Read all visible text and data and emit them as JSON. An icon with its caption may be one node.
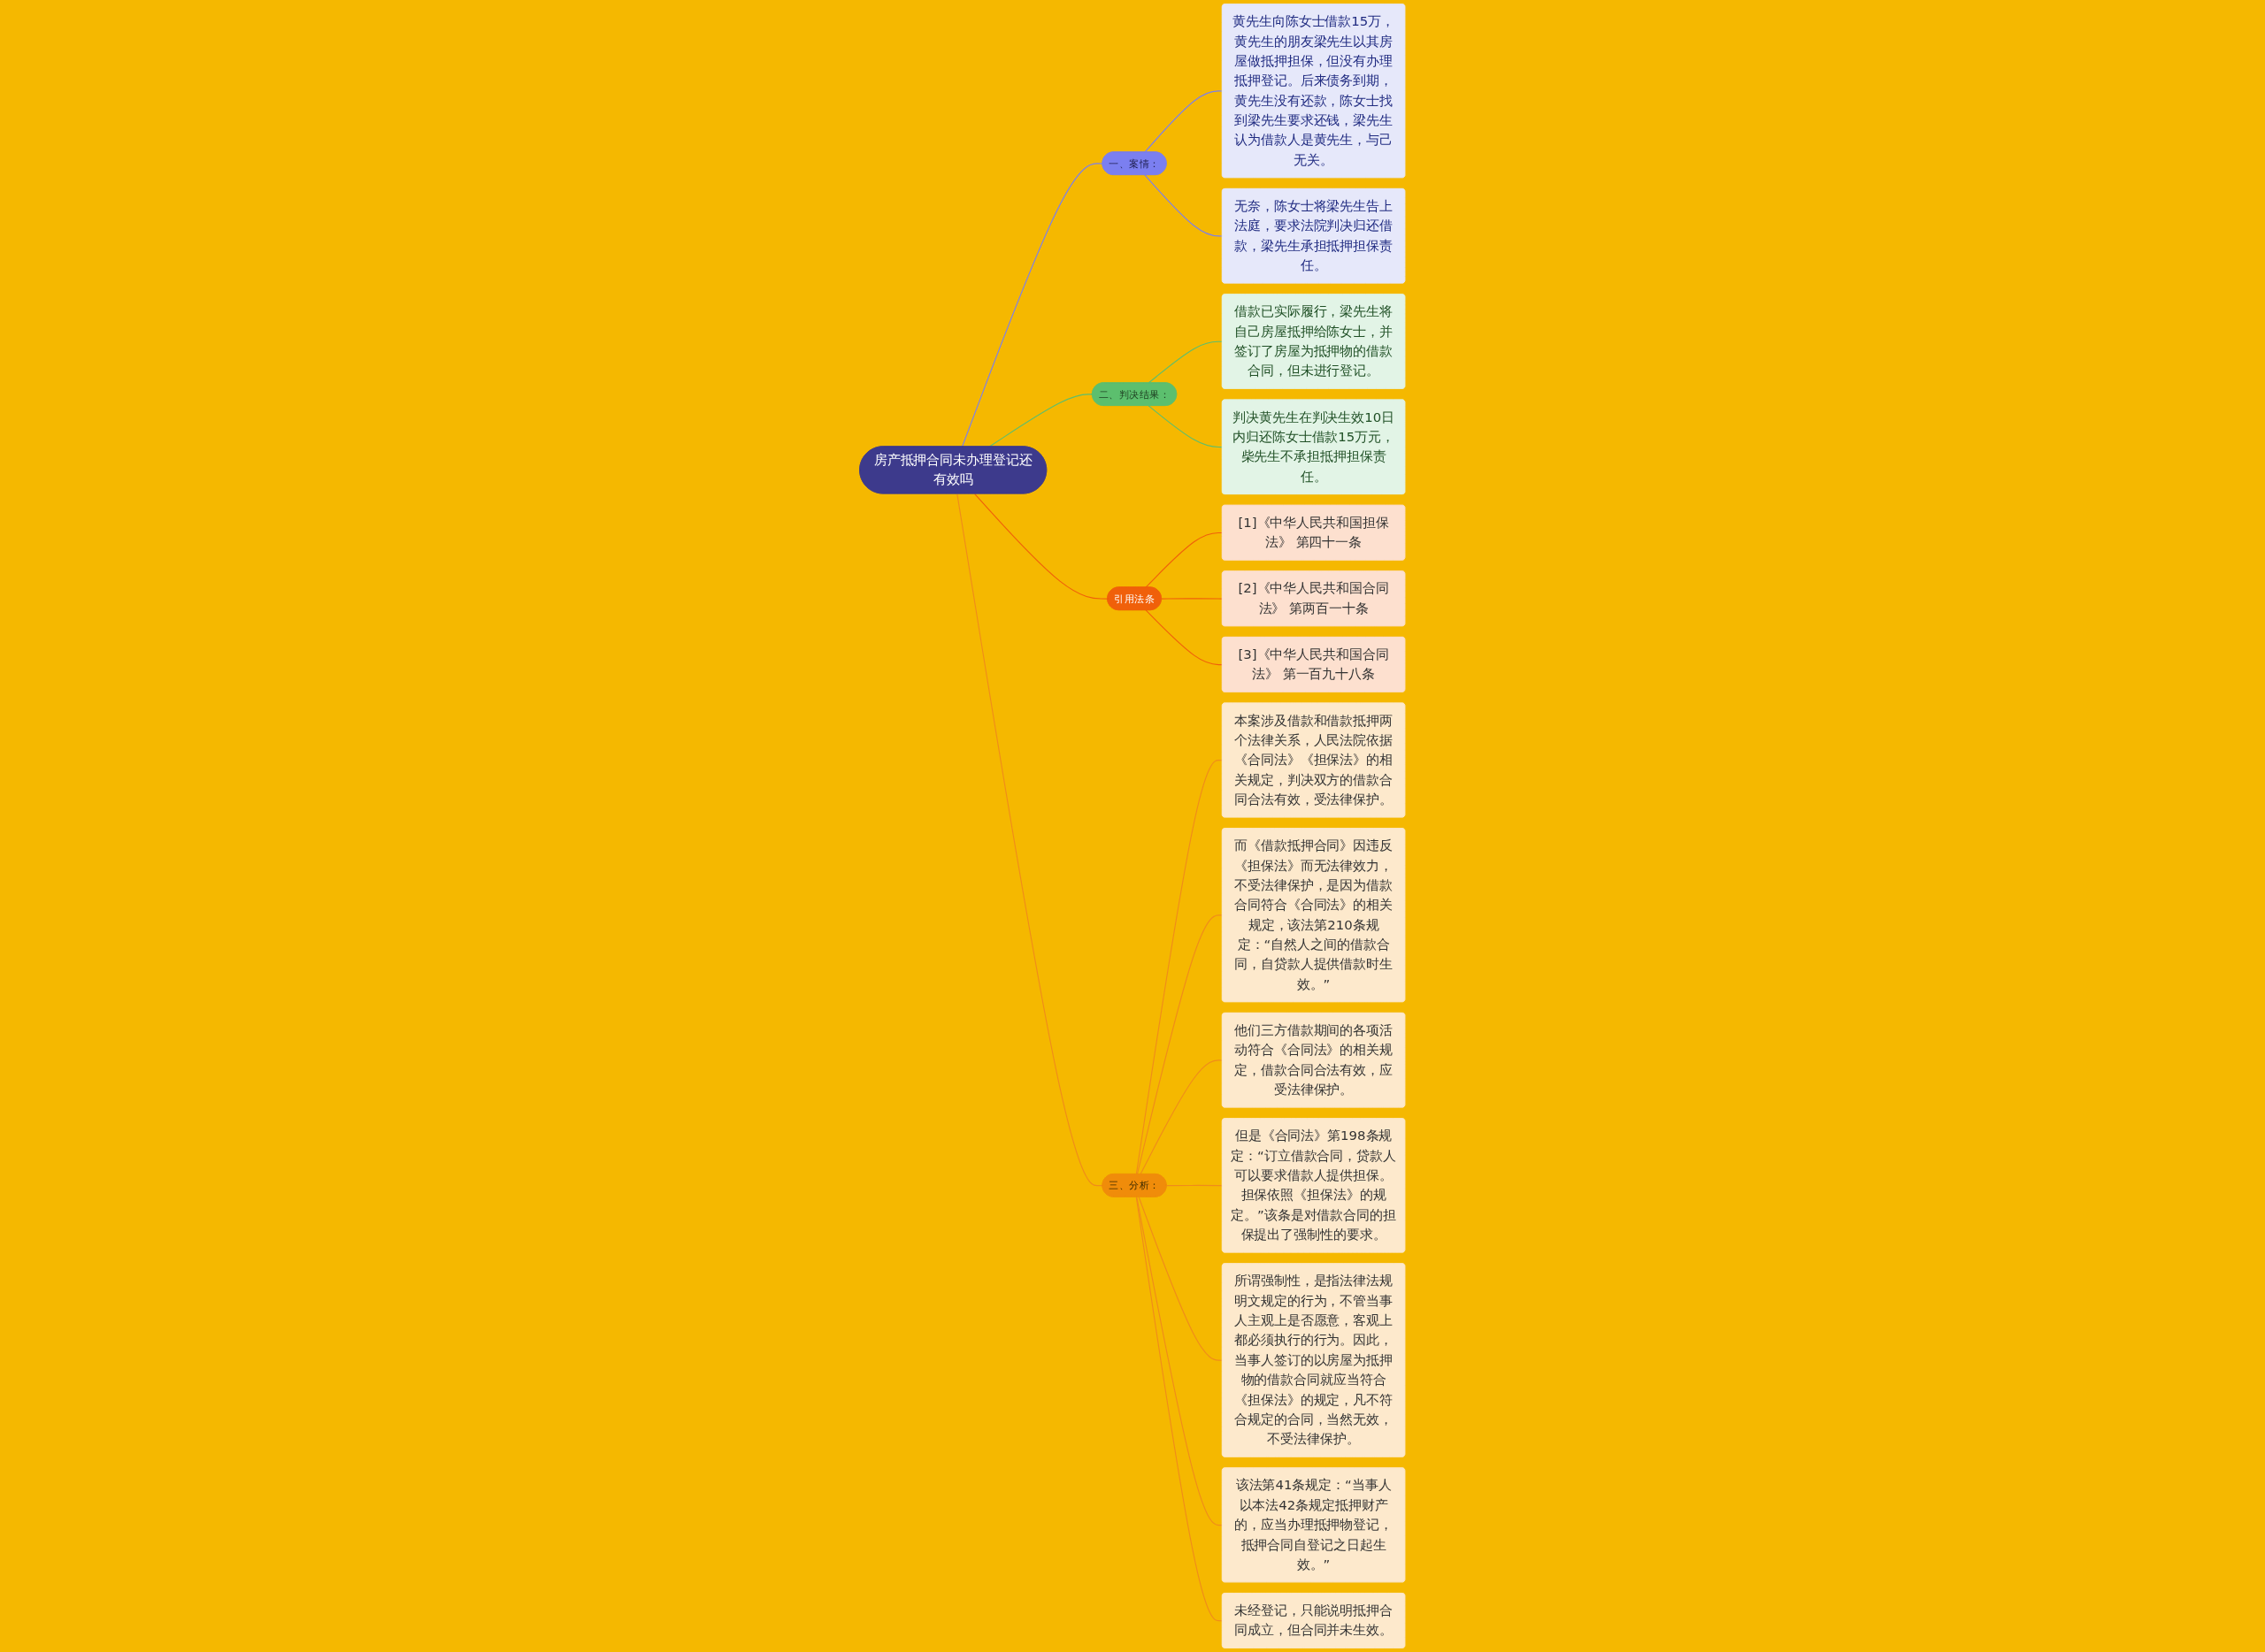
{
  "diagram": {
    "nodes": [
      {
        "text": [
          "房产抵押合同未办理登记还有效吗"
        ]
      },
      {
        "text": [
          "一、案情："
        ]
      },
      {
        "text": [
          "黄先生向陈女士借款15万，黄先生的朋友梁先生以其房屋做抵押担保，但没有办理抵押登记。后来债务到期，黄先生没有还款，陈女士找到梁先生要求还钱，梁先生认为借款人是黄先生，与己无关。"
        ]
      },
      {
        "text": [
          "无奈，陈女士将梁先生告上法庭，要求法院判决归还借款，梁先生承担抵押担保责任。"
        ]
      },
      {
        "text": [
          "二、判决结果："
        ]
      },
      {
        "text": [
          "借款已实际履行，梁先生将自己房屋抵押给陈女士，并签订了房屋为抵押物的借款合同，但未进行登记。"
        ]
      },
      {
        "text": [
          "判决黄先生在判决生效10日内归还陈女士借款15万元，柴先生不承担抵押担保责任。"
        ]
      },
      {
        "text": [
          "引用法条"
        ]
      },
      {
        "text": [
          "[1]《中华人民共和国担保法》 第四十一条"
        ]
      },
      {
        "text": [
          "[2]《中华人民共和国合同法》 第两百一十条"
        ]
      },
      {
        "text": [
          "[3]《中华人民共和国合同法》 第一百九十八条"
        ]
      },
      {
        "text": [
          "三、分析："
        ]
      },
      {
        "text": [
          "本案涉及借款和借款抵押两个法律关系，人民法院依据《合同法》《担保法》的相关规定，判决双方的借款合同合法有效，受法律保护。"
        ]
      },
      {
        "text": [
          "而《借款抵押合同》因违反《担保法》而无法律效力，不受法律保护，是因为借款合同符合《合同法》的相关规定，该法第210条规定：“自然人之间的借款合同，自贷款人提供借款时生效。”"
        ]
      },
      {
        "text": [
          "他们三方借款期间的各项活动符合《合同法》的相关规定，借款合同合法有效，应受法律保护。"
        ]
      },
      {
        "text": [
          "但是《合同法》第198条规定：“订立借款合同，贷款人可以要求借款人提供担保。担保依照《担保法》的规定。”该条是对借款合同的担保提出了强制性的要求。"
        ]
      },
      {
        "text": [
          "所谓强制性，是指法律法规明文规定的行为，不管当事人主观上是否愿意，客观上都必须执行的行为。因此，当事人签订的以房屋为抵押物的借款合同就应当符合《担保法》的规定，凡不符合规定的合同，当然无效，不受法律保护。"
        ]
      },
      {
        "text": [
          "该法第41条规定：“当事人以本法42条规定抵押财产的，应当办理抵押物登记，抵押合同自登记之日起生效。”"
        ]
      },
      {
        "text": [
          "未经登记，只能说明抵押合同成立，但合同并未生效。"
        ]
      }
    ],
    "edges": [
      {
        "from": 0,
        "to": 1,
        "arrow": "none",
        "color": "#7b7ff0"
      },
      {
        "from": 1,
        "to": 2,
        "arrow": "none",
        "color": "#7b7ff0"
      },
      {
        "from": 1,
        "to": 3,
        "arrow": "none",
        "color": "#7b7ff0"
      },
      {
        "from": 0,
        "to": 4,
        "arrow": "none",
        "color": "#5cbf6e"
      },
      {
        "from": 4,
        "to": 5,
        "arrow": "none",
        "color": "#5cbf6e"
      },
      {
        "from": 4,
        "to": 6,
        "arrow": "none",
        "color": "#5cbf6e"
      },
      {
        "from": 0,
        "to": 7,
        "arrow": "none",
        "color": "#f0600a"
      },
      {
        "from": 7,
        "to": 8,
        "arrow": "none",
        "color": "#f0600a"
      },
      {
        "from": 7,
        "to": 9,
        "arrow": "none",
        "color": "#f0600a"
      },
      {
        "from": 7,
        "to": 10,
        "arrow": "none",
        "color": "#f0600a"
      },
      {
        "from": 0,
        "to": 11,
        "arrow": "none"
      },
      {
        "from": 11,
        "to": 12,
        "arrow": "none"
      },
      {
        "from": 11,
        "to": 13,
        "arrow": "none"
      },
      {
        "from": 11,
        "to": 14,
        "arrow": "none"
      },
      {
        "from": 11,
        "to": 15,
        "arrow": "none"
      },
      {
        "from": 11,
        "to": 16,
        "arrow": "none"
      },
      {
        "from": 11,
        "to": 17,
        "arrow": "none"
      },
      {
        "from": 11,
        "to": 18,
        "arrow": "none"
      }
    ]
  }
}
